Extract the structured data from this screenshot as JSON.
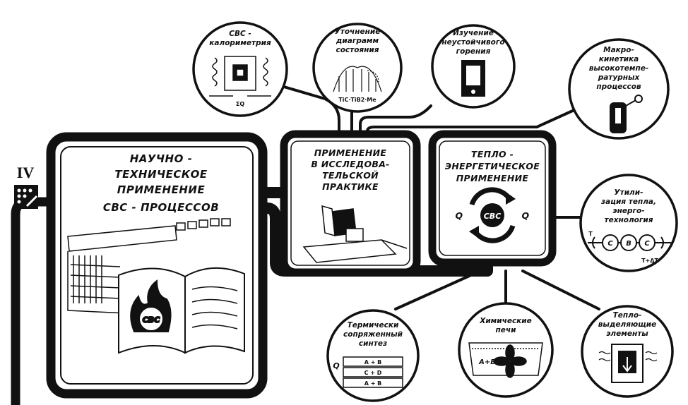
{
  "roman_numeral": "IV",
  "main": {
    "lines": [
      "НАУЧНО -",
      "ТЕХНИЧЕСКОЕ",
      "ПРИМЕНЕНИЕ",
      "СВС - ПРОЦЕССОВ"
    ],
    "flame_label": "СВС"
  },
  "research": {
    "lines": [
      "ПРИМЕНЕНИЕ",
      "В ИССЛЕДОВА-",
      "ТЕЛЬСКОЙ",
      "ПРАКТИКЕ"
    ]
  },
  "energy": {
    "lines": [
      "ТЕПЛО -",
      "ЭНЕРГЕТИЧЕСКОЕ",
      "ПРИМЕНЕНИЕ"
    ],
    "q_left": "Q",
    "q_right": "Q",
    "center_label": "СВС"
  },
  "circles": {
    "calorimetry": {
      "lines": [
        "СВС -",
        "калориметрия"
      ],
      "sub": "ΣQ"
    },
    "phase_diagrams": {
      "lines": [
        "Уточнение",
        "диаграмм",
        "состояния"
      ],
      "sub": "TiC·TiB2·Me"
    },
    "unsteady": {
      "lines": [
        "Изучение",
        "неустойчивого",
        "горения"
      ]
    },
    "macrokinetics": {
      "lines": [
        "Макро-",
        "кинетика",
        "высокотемпе-",
        "ратурных",
        "процессов"
      ]
    },
    "heat_util": {
      "lines": [
        "Утили-",
        "зация тепла,",
        "энерго-",
        "технология"
      ],
      "balls": [
        "С",
        "В",
        "С"
      ],
      "t_left": "T",
      "t_right": "T+ΔT"
    },
    "conj_synthesis": {
      "lines": [
        "Термически",
        "сопряженный",
        "синтез"
      ],
      "q": "Q",
      "layers": [
        "A + B",
        "C + D",
        "A + B"
      ]
    },
    "chem_furnace": {
      "lines": [
        "Химические",
        "печи"
      ],
      "mix": "A+B"
    },
    "heat_elements": {
      "lines": [
        "Тепло-",
        "выделяющие",
        "элементы"
      ]
    }
  }
}
